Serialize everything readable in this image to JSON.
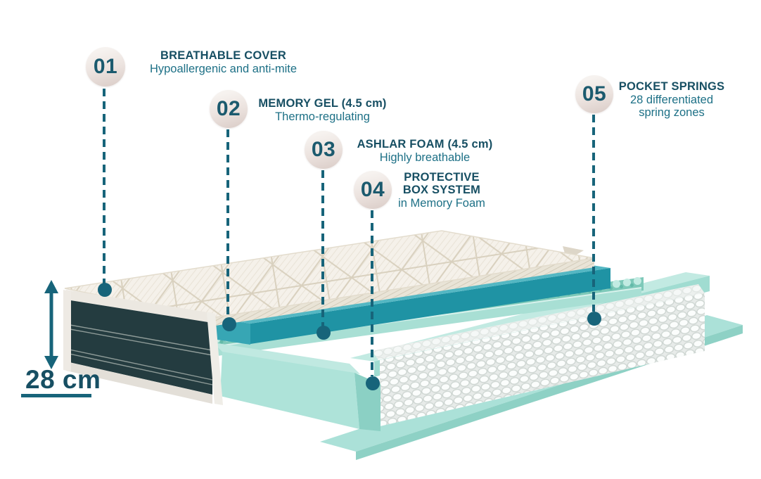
{
  "callouts": [
    {
      "number": "01",
      "title": "BREATHABLE COVER",
      "subtitle": "Hypoallergenic and anti-mite",
      "layer": "breathable-cover"
    },
    {
      "number": "02",
      "title": "MEMORY GEL (4.5 cm)",
      "subtitle": "Thermo-regulating",
      "layer": "memory-gel"
    },
    {
      "number": "03",
      "title": "ASHLAR FOAM (4.5 cm)",
      "subtitle": "Highly breathable",
      "layer": "ashlar-foam"
    },
    {
      "number": "04",
      "title_line1": "PROTECTIVE",
      "title_line2": "BOX SYSTEM",
      "subtitle": "in Memory Foam",
      "layer": "protective-box-system"
    },
    {
      "number": "05",
      "title": "POCKET SPRINGS",
      "subtitle_line1": "28 differentiated",
      "subtitle_line2": "spring zones",
      "layer": "pocket-springs"
    }
  ],
  "measurement": {
    "value": "28 cm"
  },
  "colors": {
    "accent": "#17647a",
    "title_c": "#174f63",
    "sub_c": "#1d7086",
    "number_c": "#1b5a6e",
    "gel_top": "#54b7c3",
    "gel_front": "#1f93a4",
    "mint_top": "#c0e9e1",
    "mint_front": "#aee3d9",
    "mint_side": "#8bd0c4",
    "fabric_dark": "#243c40",
    "cover_cream": "#f5f1ea",
    "spring_white": "#fbfdfc"
  }
}
